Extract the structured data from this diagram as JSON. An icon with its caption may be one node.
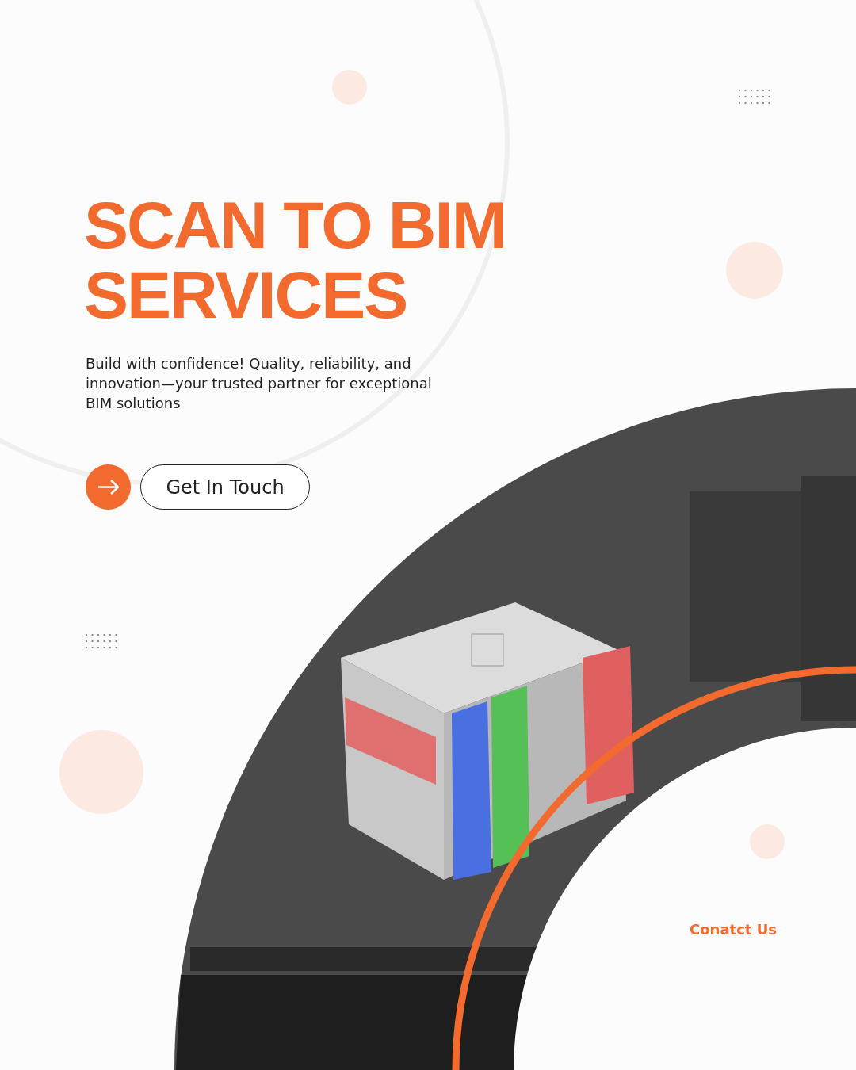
{
  "diagram": {
    "title": "SCAN TO BIM SERVICES",
    "labels": [
      "Build with confidence! Quality, reliability, and innovation—your trusted partner for exceptional BIM solutions",
      "Get In Touch",
      "Conatct Us"
    ]
  }
}
